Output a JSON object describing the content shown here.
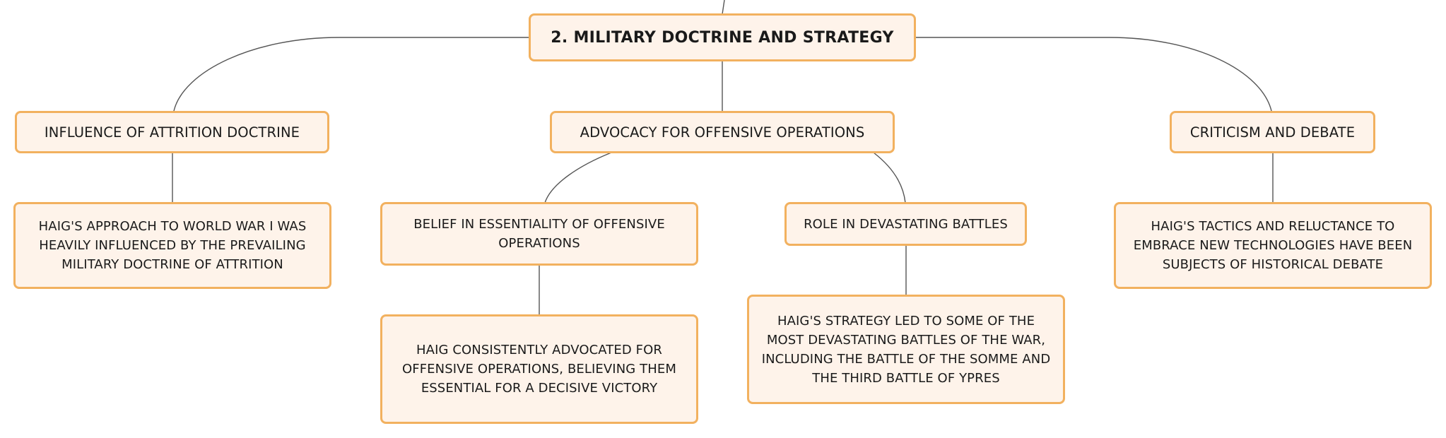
{
  "mindmap": {
    "root": {
      "label": "2. MILITARY DOCTRINE AND STRATEGY"
    },
    "branches": [
      {
        "label": "INFLUENCE OF ATTRITION DOCTRINE",
        "children": [
          {
            "label": "HAIG'S APPROACH TO WORLD WAR I WAS HEAVILY INFLUENCED BY THE PREVAILING MILITARY DOCTRINE OF ATTRITION"
          }
        ]
      },
      {
        "label": "ADVOCACY FOR OFFENSIVE OPERATIONS",
        "children": [
          {
            "label": "BELIEF IN ESSENTIALITY OF OFFENSIVE OPERATIONS",
            "children": [
              {
                "label": "HAIG CONSISTENTLY ADVOCATED FOR OFFENSIVE OPERATIONS, BELIEVING THEM ESSENTIAL FOR A DECISIVE VICTORY"
              }
            ]
          },
          {
            "label": "ROLE IN DEVASTATING BATTLES",
            "children": [
              {
                "label": "HAIG'S STRATEGY LED TO SOME OF THE MOST DEVASTATING BATTLES OF THE WAR, INCLUDING THE BATTLE OF THE SOMME AND THE THIRD BATTLE OF YPRES"
              }
            ]
          }
        ]
      },
      {
        "label": "CRITICISM AND DEBATE",
        "children": [
          {
            "label": "HAIG'S TACTICS AND RELUCTANCE TO EMBRACE NEW TECHNOLOGIES HAVE BEEN SUBJECTS OF HISTORICAL DEBATE"
          }
        ]
      }
    ]
  },
  "colors": {
    "node_fill": "#fef3ea",
    "node_border": "#f2b15f",
    "connector": "#555555",
    "text": "#1a1a1a"
  }
}
